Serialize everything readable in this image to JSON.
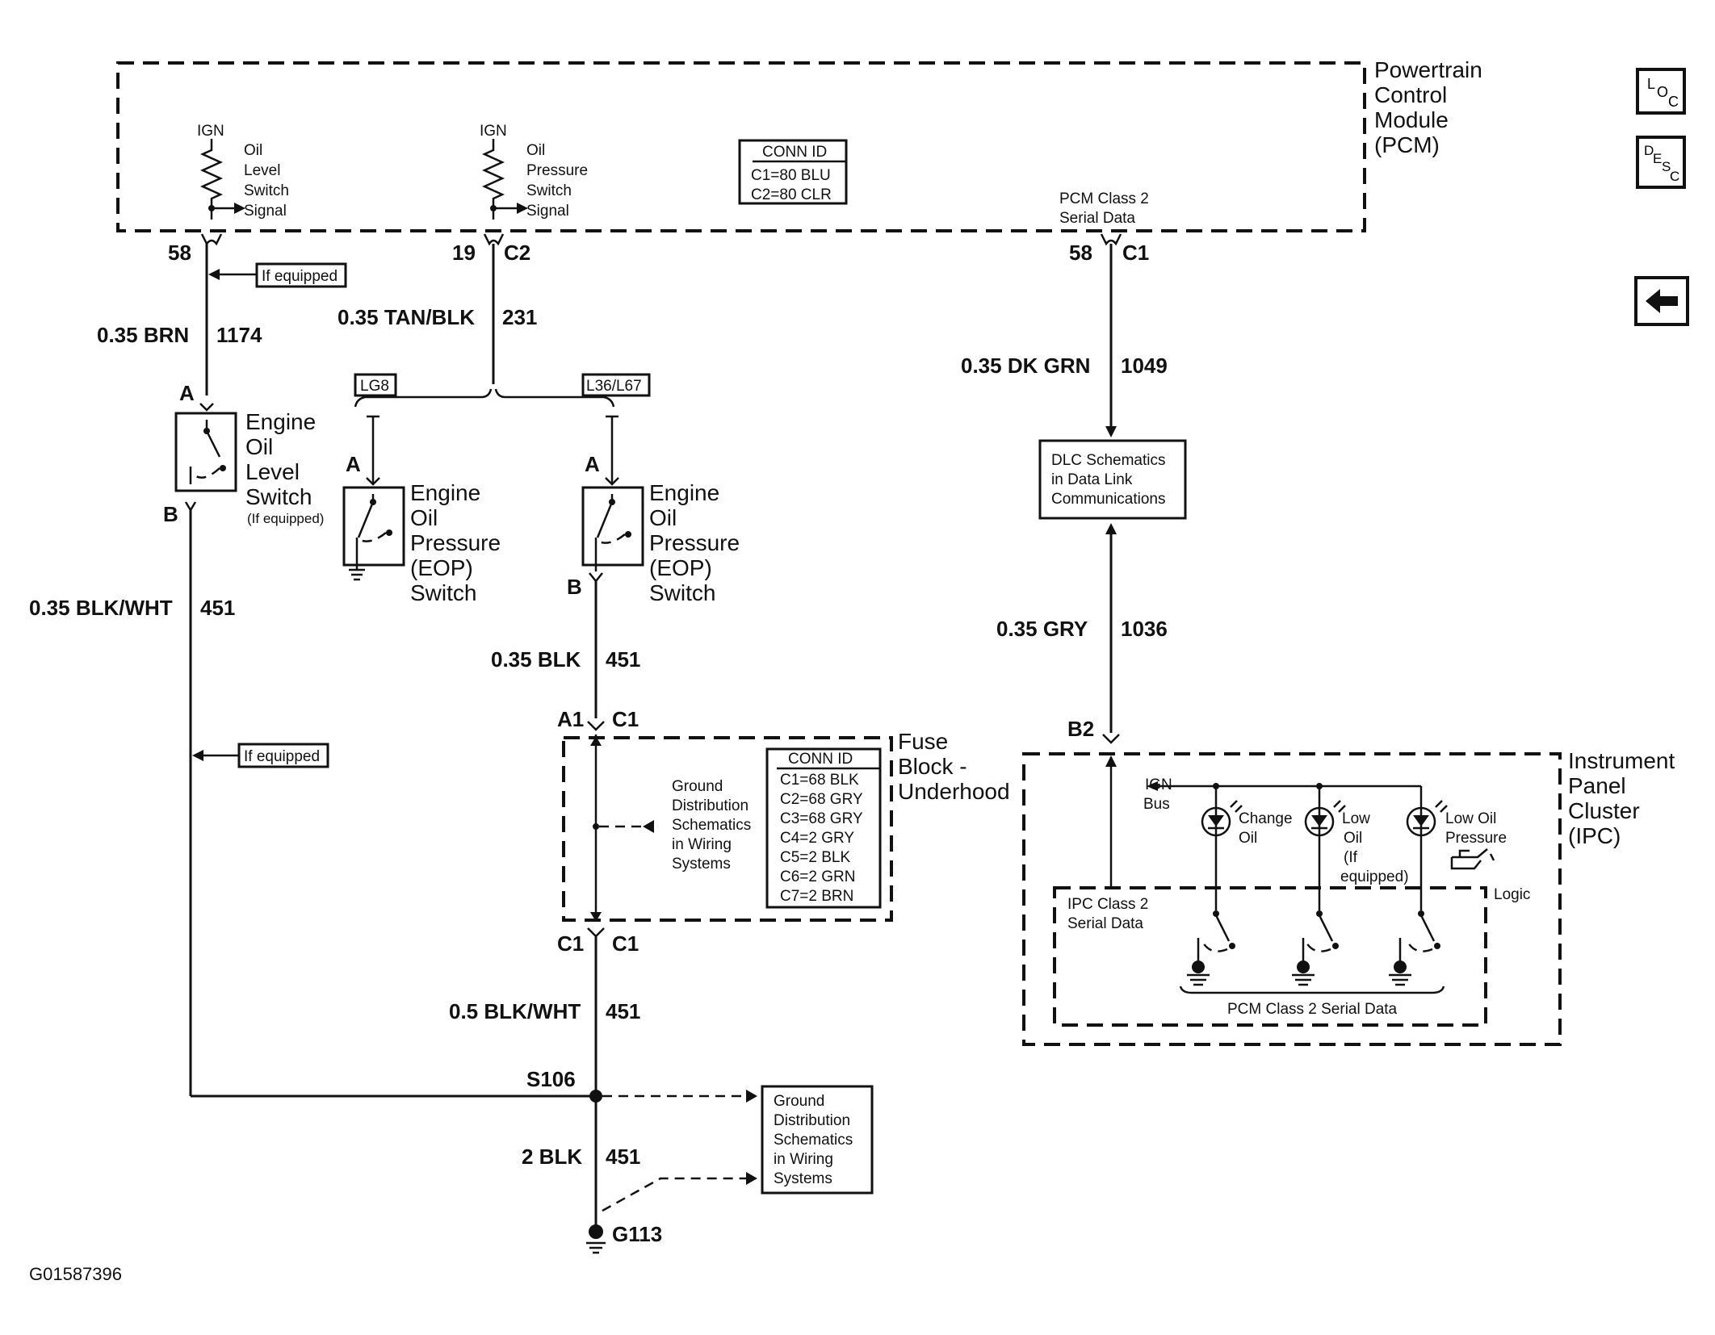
{
  "pcm": {
    "title_lines": [
      "Powertrain",
      "Control",
      "Module",
      "(PCM)"
    ],
    "ign_left": "IGN",
    "ign_mid": "IGN",
    "oil_level_signal_lines": [
      "Oil",
      "Level",
      "Switch",
      "Signal"
    ],
    "oil_pressure_signal_lines": [
      "Oil",
      "Pressure",
      "Switch",
      "Signal"
    ],
    "conn_id_title": "CONN ID",
    "conn_id_lines": [
      "C1=80 BLU",
      "C2=80 CLR"
    ],
    "class2_lines": [
      "PCM Class 2",
      "Serial Data"
    ]
  },
  "pins": {
    "p58_left": "58",
    "p19": "19",
    "c2": "C2",
    "p58_right": "58",
    "c1_right": "C1",
    "level_a": "A",
    "level_b": "B",
    "eop_lg8_a": "A",
    "eop_l36_a": "A",
    "eop_l36_b": "B",
    "fuse_a1": "A1",
    "fuse_c1_top": "C1",
    "fuse_c1_bot_left": "C1",
    "fuse_c1_bot_right": "C1",
    "ipc_b2": "B2"
  },
  "wires": {
    "w1174_gauge": "0.35 BRN",
    "w1174_circuit": "1174",
    "w231_gauge": "0.35 TAN/BLK",
    "w231_circuit": "231",
    "w1049_gauge": "0.35 DK GRN",
    "w1049_circuit": "1049",
    "w451a_gauge": "0.35 BLK/WHT",
    "w451a_circuit": "451",
    "w451b_gauge": "0.35 BLK",
    "w451b_circuit": "451",
    "w1036_gauge": "0.35 GRY",
    "w1036_circuit": "1036",
    "w451c_gauge": "0.5 BLK/WHT",
    "w451c_circuit": "451",
    "w451d_gauge": "2 BLK",
    "w451d_circuit": "451"
  },
  "tags": {
    "if_equipped_top": "If equipped",
    "if_equipped_mid": "If equipped",
    "lg8": "LG8",
    "l36_l67": "L36/L67"
  },
  "components": {
    "oil_level_switch_lines": [
      "Engine",
      "Oil",
      "Level",
      "Switch"
    ],
    "oil_level_note": "(If equipped)",
    "eop_lg8_lines": [
      "Engine",
      "Oil",
      "Pressure",
      "(EOP)",
      "Switch"
    ],
    "eop_l36_lines": [
      "Engine",
      "Oil",
      "Pressure",
      "(EOP)",
      "Switch"
    ],
    "dlc_lines": [
      "DLC Schematics",
      "in Data Link",
      "Communications"
    ],
    "fuse_block_lines": [
      "Fuse",
      "Block -",
      "Underhood"
    ],
    "fuse_ground_ref_lines": [
      "Ground",
      "Distribution",
      "Schematics",
      "in Wiring",
      "Systems"
    ],
    "fuse_conn_title": "CONN ID",
    "fuse_conn_lines": [
      "C1=68 BLK",
      "C2=68 GRY",
      "C3=68 GRY",
      "C4=2 GRY",
      "C5=2 BLK",
      "C6=2 GRN",
      "C7=2 BRN"
    ],
    "splice": "S106",
    "ground": "G113",
    "ground_ref_lines": [
      "Ground",
      "Distribution",
      "Schematics",
      "in Wiring",
      "Systems"
    ]
  },
  "ipc": {
    "title_lines": [
      "Instrument",
      "Panel",
      "Cluster",
      "(IPC)"
    ],
    "ign_bus_lines": [
      "IGN",
      "Bus"
    ],
    "change_oil_lines": [
      "Change",
      "Oil"
    ],
    "low_oil_lines": [
      "Low",
      "Oil",
      "(If",
      "equipped)"
    ],
    "low_oil_pressure_lines": [
      "Low Oil",
      "Pressure"
    ],
    "logic": "Logic",
    "class2_lines": [
      "IPC Class 2",
      "Serial Data"
    ],
    "pcm_class2": "PCM Class 2 Serial Data"
  },
  "nav": {
    "loc_icon": "loc-button-icon",
    "desc_icon": "desc-button-icon",
    "back_icon": "back-arrow-icon"
  },
  "figure_id": "G01587396"
}
